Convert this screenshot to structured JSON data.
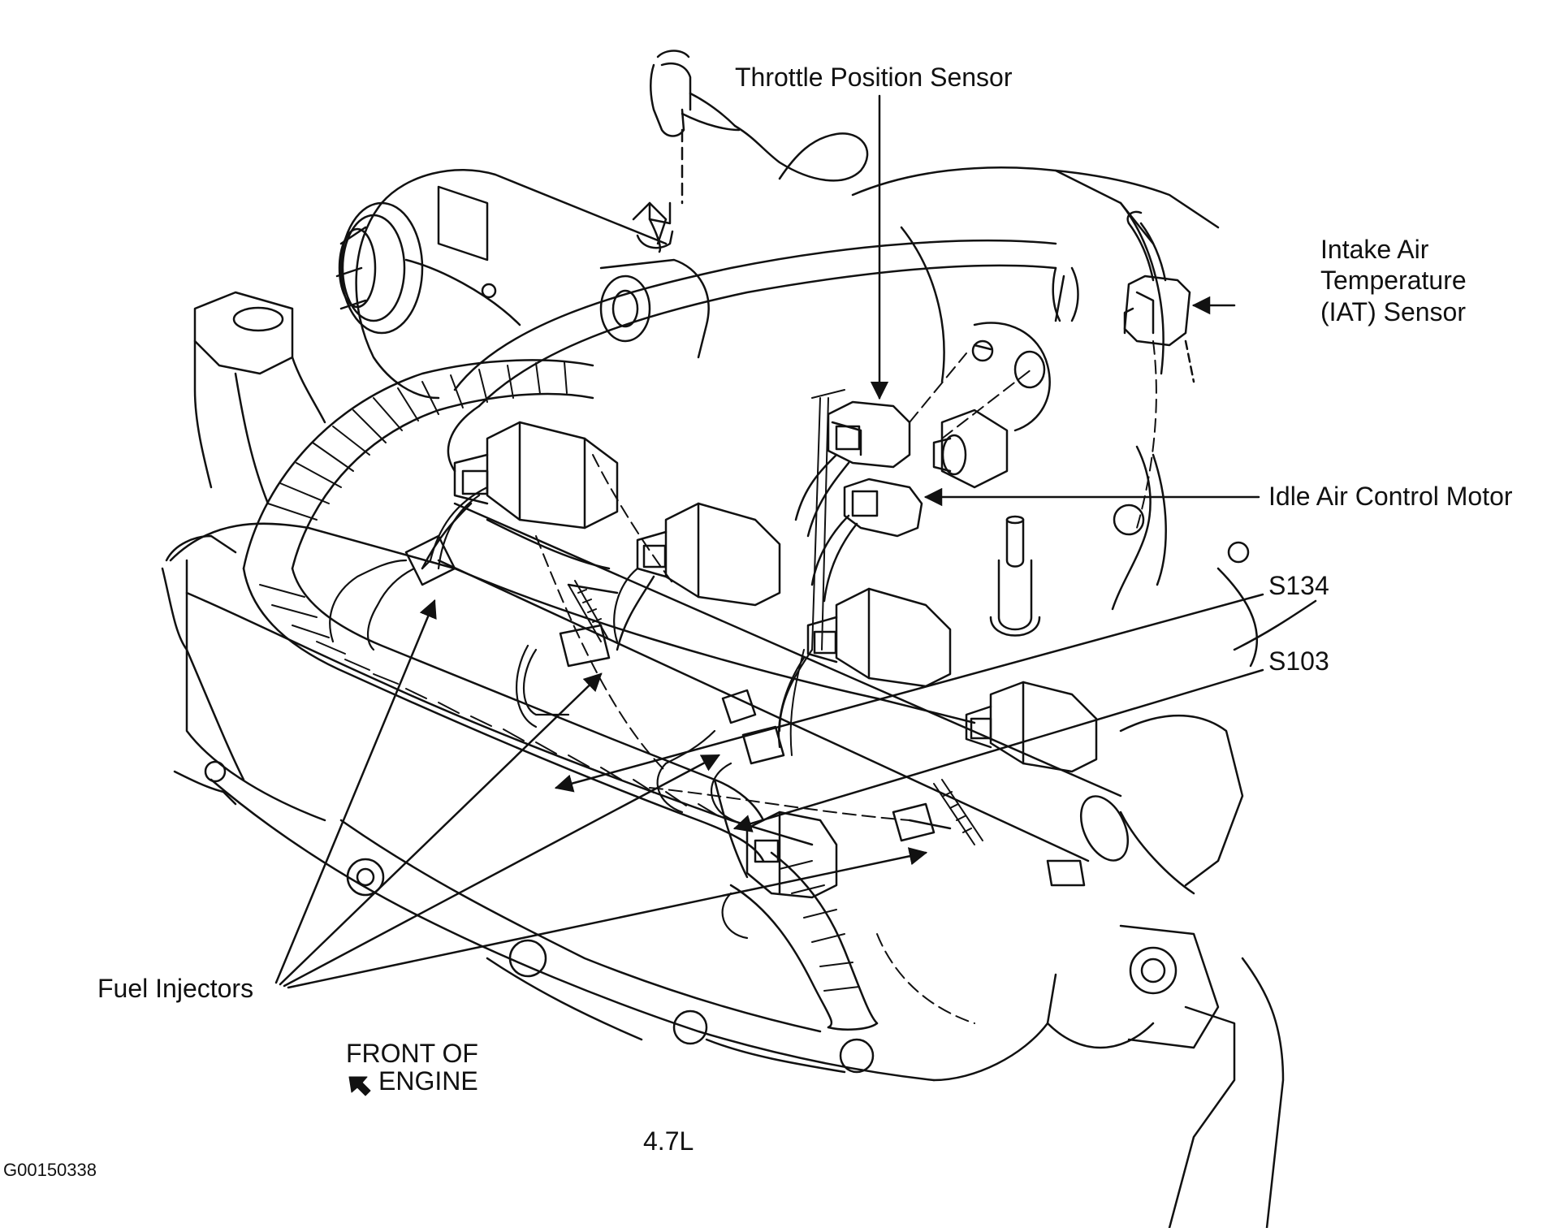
{
  "labels": {
    "throttle_position_sensor": "Throttle Position Sensor",
    "iat_line1": "Intake Air",
    "iat_line2": "Temperature",
    "iat_line3": "(IAT) Sensor",
    "idle_air_control_motor": "Idle Air Control Motor",
    "s134": "S134",
    "s103": "S103",
    "fuel_injectors": "Fuel Injectors",
    "front_of": "FRONT OF",
    "engine": "ENGINE",
    "engine_size": "4.7L",
    "figure_id": "G00150338"
  },
  "colors": {
    "ink": "#111111",
    "background": "#ffffff"
  }
}
